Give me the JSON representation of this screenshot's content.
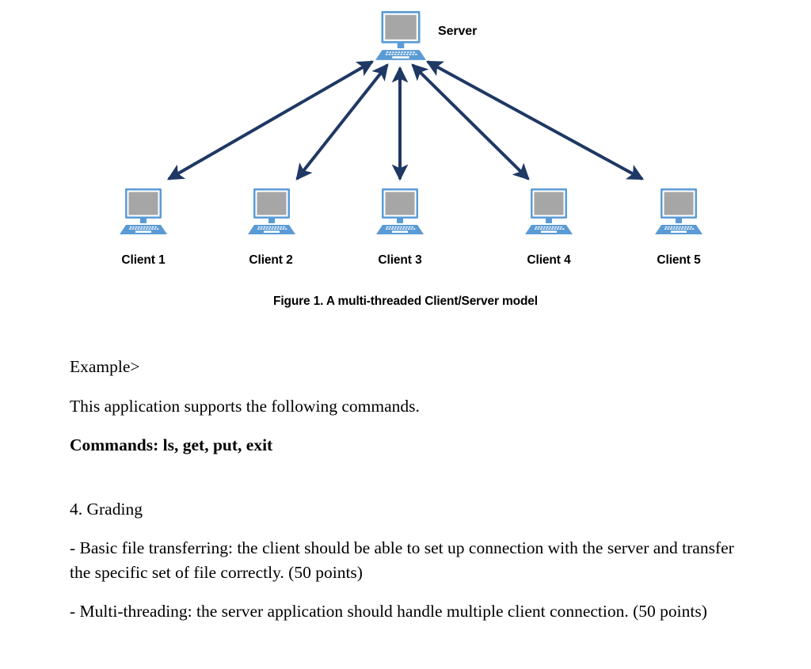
{
  "figure": {
    "server": {
      "label": "Server",
      "icon": "desktop-computer-icon"
    },
    "clients": [
      {
        "label": "Client 1",
        "icon": "desktop-computer-icon"
      },
      {
        "label": "Client 2",
        "icon": "desktop-computer-icon"
      },
      {
        "label": "Client 3",
        "icon": "desktop-computer-icon"
      },
      {
        "label": "Client 4",
        "icon": "desktop-computer-icon"
      },
      {
        "label": "Client 5",
        "icon": "desktop-computer-icon"
      }
    ],
    "connector": {
      "icon": "double-headed-arrow-icon",
      "count": 5,
      "color": "#1F3864"
    },
    "caption": "Figure 1. A multi-threaded Client/Server model",
    "colors": {
      "monitor_frame": "#5B9BD5",
      "monitor_inner_border": "#FFFFFF",
      "screen": "#A6A6A6",
      "keyboard": "#5B9BD5",
      "keyboard_keys": "#FFFFFF",
      "arrow": "#1F3864"
    }
  },
  "document": {
    "paragraphs": [
      {
        "text": "Example>",
        "bold": false
      },
      {
        "text": "This application supports the following commands.",
        "bold": false
      },
      {
        "text": "Commands: ls, get, put, exit",
        "bold": true
      },
      {
        "text": "4. Grading",
        "bold": false
      },
      {
        "text": "- Basic file transferring: the client should be able to set up connection with the server and transfer the specific set of file correctly. (50 points)",
        "bold": false
      },
      {
        "text": "- Multi-threading: the server application should handle multiple client connection. (50 points)",
        "bold": false
      }
    ]
  }
}
